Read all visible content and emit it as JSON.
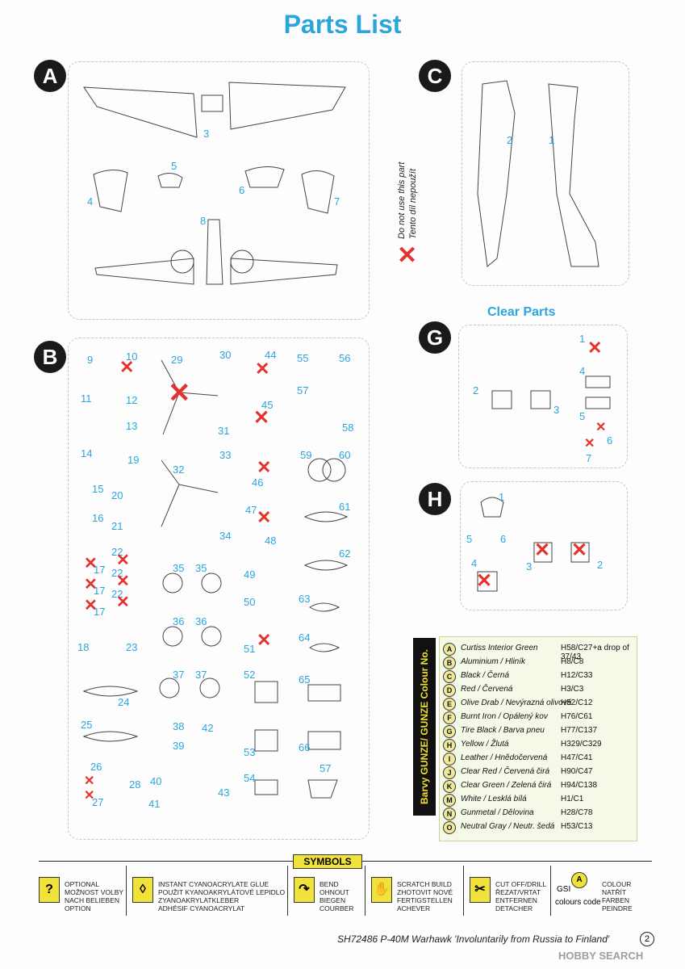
{
  "title": "Parts List",
  "sections": {
    "a": "A",
    "b": "B",
    "c": "C",
    "g": "G",
    "h": "H"
  },
  "clear_parts": "Clear Parts",
  "do_not_use": "Do not use this part",
  "do_not_use_cz": "Tento díl nepoužít",
  "parts_a": [
    "3",
    "5",
    "4",
    "6",
    "7",
    "8"
  ],
  "parts_c": [
    "2",
    "1"
  ],
  "parts_b": [
    "9",
    "10",
    "29",
    "30",
    "44",
    "55",
    "56",
    "11",
    "12",
    "13",
    "57",
    "45",
    "58",
    "31",
    "14",
    "19",
    "33",
    "59",
    "60",
    "32",
    "46",
    "15",
    "20",
    "47",
    "61",
    "16",
    "21",
    "34",
    "48",
    "22",
    "22",
    "22",
    "17",
    "17",
    "17",
    "35",
    "35",
    "49",
    "62",
    "50",
    "63",
    "18",
    "23",
    "36",
    "36",
    "51",
    "64",
    "37",
    "37",
    "52",
    "65",
    "24",
    "25",
    "38",
    "42",
    "39",
    "53",
    "66",
    "26",
    "40",
    "54",
    "57",
    "28",
    "27",
    "41",
    "43"
  ],
  "parts_g": [
    "1",
    "4",
    "2",
    "3",
    "5",
    "6",
    "7"
  ],
  "parts_h": [
    "1",
    "5",
    "6",
    "3",
    "2",
    "4"
  ],
  "gunze_title": "Barvy GUNZE/ GUNZE Colour No.",
  "colours": [
    {
      "l": "A",
      "name": "Curtiss Interior Green",
      "code": "H58/C27+a drop of 37/43"
    },
    {
      "l": "B",
      "name": "Aluminium / Hliník",
      "code": "H8/C8"
    },
    {
      "l": "C",
      "name": "Black / Černá",
      "code": "H12/C33"
    },
    {
      "l": "D",
      "name": "Red / Červená",
      "code": "H3/C3"
    },
    {
      "l": "E",
      "name": "Olive Drab / Nevýrazná olivová",
      "code": "H52/C12"
    },
    {
      "l": "F",
      "name": "Burnt Iron / Opálený kov",
      "code": "H76/C61"
    },
    {
      "l": "G",
      "name": "Tire Black / Barva pneu",
      "code": "H77/C137"
    },
    {
      "l": "H",
      "name": "Yellow / Žlutá",
      "code": "H329/C329"
    },
    {
      "l": "I",
      "name": "Leather / Hnědočervená",
      "code": "H47/C41"
    },
    {
      "l": "J",
      "name": "Clear Red / Červená čirá",
      "code": "H90/C47"
    },
    {
      "l": "K",
      "name": "Clear Green / Zelená čirá",
      "code": "H94/C138"
    },
    {
      "l": "M",
      "name": "White / Lesklá bílá",
      "code": "H1/C1"
    },
    {
      "l": "N",
      "name": "Gunmetal / Dělovina",
      "code": "H28/C78"
    },
    {
      "l": "O",
      "name": "Neutral Gray / Neutr. šedá",
      "code": "H53/C13"
    }
  ],
  "symbols_title": "SYMBOLS",
  "symbols": [
    {
      "icon": "?",
      "text": "OPTIONAL\nMOŽNOST VOLBY\nNACH BELIEBEN\nOPTION"
    },
    {
      "icon": "◊",
      "text": "INSTANT CYANOACRYLATE GLUE\nPOUŽIT KYANOAKRYLÁTOVÉ LEPIDLO\nZYANOAKRYLATKLEBER\nADHÉSIF CYANOACRYLAT"
    },
    {
      "icon": "↷",
      "text": "BEND\nOHNOUT\nBIEGEN\nCOURBER"
    },
    {
      "icon": "✋",
      "text": "SCRATCH BUILD\nZHOTOVIT NOVÉ\nFERTIGSTELLEN\nACHEVER"
    },
    {
      "icon": "✂",
      "text": "CUT OFF/DRILL\nŘEZAT/VRTAT\nENTFERNEN\nDETACHER"
    },
    {
      "icon": "A",
      "text": "COLOUR\nNATŘÍT\nFARBEN\nPEINDRE"
    }
  ],
  "gsi_label": "GSI",
  "colours_code": "colours code",
  "footer": "SH72486  P-40M Warhawk  'Involuntarily from Russia to Finland'",
  "page": "2",
  "watermark": "HOBBY SEARCH"
}
